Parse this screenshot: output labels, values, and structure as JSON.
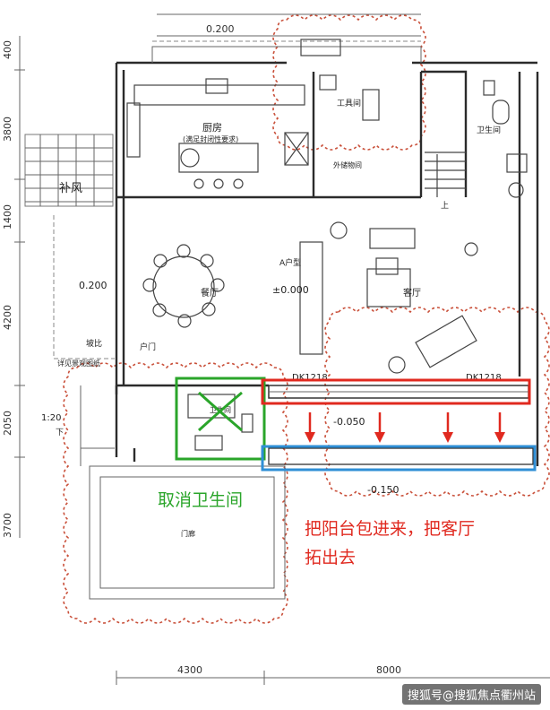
{
  "dimensions": {
    "top_offset": "0.200",
    "left_vertical": [
      "400",
      "3800",
      "1400",
      "4200",
      "2050",
      "3700"
    ],
    "bottom": [
      "4300",
      "8000"
    ],
    "left_offset": "0.200"
  },
  "rooms": {
    "kitchen": "厨房",
    "kitchen_note": "(满足封闭性要求)",
    "tool_room": "工具间",
    "bathroom_top": "卫生间",
    "outside_room": "外储物间",
    "dining": "餐厅",
    "living": "客厅",
    "unit_label": "A户型",
    "level_main": "±0.000",
    "entry_door": "户门",
    "landscape": "详见景观图纸",
    "slope": "坡比",
    "ramp": "1:20",
    "ramp_dir": "下",
    "foyer": "门廊",
    "wind": "补风",
    "level_balcony": "-0.050",
    "level_outside": "-0.150",
    "door_code_1": "DK1218",
    "door_code_2": "DK1218",
    "removed_bath_small": "卫生间",
    "up": "上"
  },
  "annotations": {
    "cancel_bathroom": "取消卫生间",
    "balcony_note_line1": "把阳台包进来，把客厅",
    "balcony_note_line2": "拓出去",
    "colors": {
      "green": "#2aa52a",
      "red": "#e0291f",
      "blue": "#2f8fd6",
      "cloud": "#c9503a"
    }
  },
  "watermark": "搜狐号@搜狐焦点衢州站"
}
